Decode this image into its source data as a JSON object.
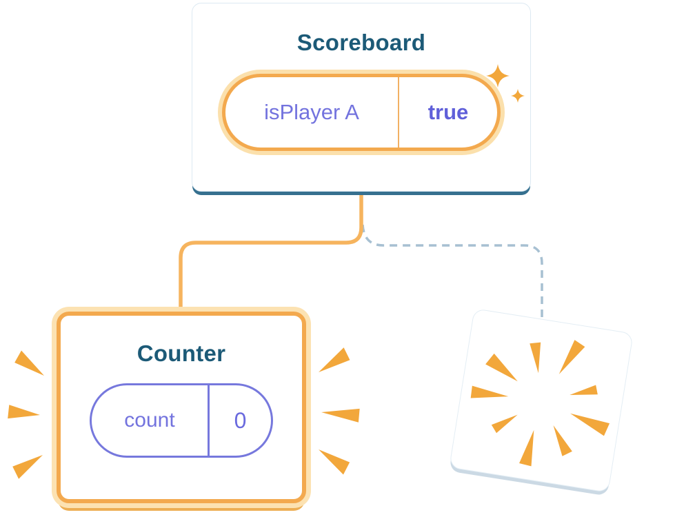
{
  "diagram": {
    "scoreboard": {
      "title": "Scoreboard",
      "state_key": "isPlayer A",
      "state_value": "true"
    },
    "counter": {
      "title": "Counter",
      "state_key": "count",
      "state_value": "0"
    }
  },
  "icons": {
    "sparkle": "sparkle-icon",
    "poof_burst": "poof-burst-icon",
    "emphasis_rays": "emphasis-rays-icon",
    "solid_connector": "solid-connector-line",
    "dashed_connector": "dashed-connector-line"
  },
  "colors": {
    "title_blue": "#1C5A77",
    "state_purple": "#7373DE",
    "value_purple": "#5F5FD9",
    "accent_orange": "#F2A73B",
    "orange_border": "#F3A94E",
    "orange_glow": "#FBE0AC",
    "card_edge_blue": "#36708F",
    "dashed_gray_blue": "#A7C0D2"
  }
}
